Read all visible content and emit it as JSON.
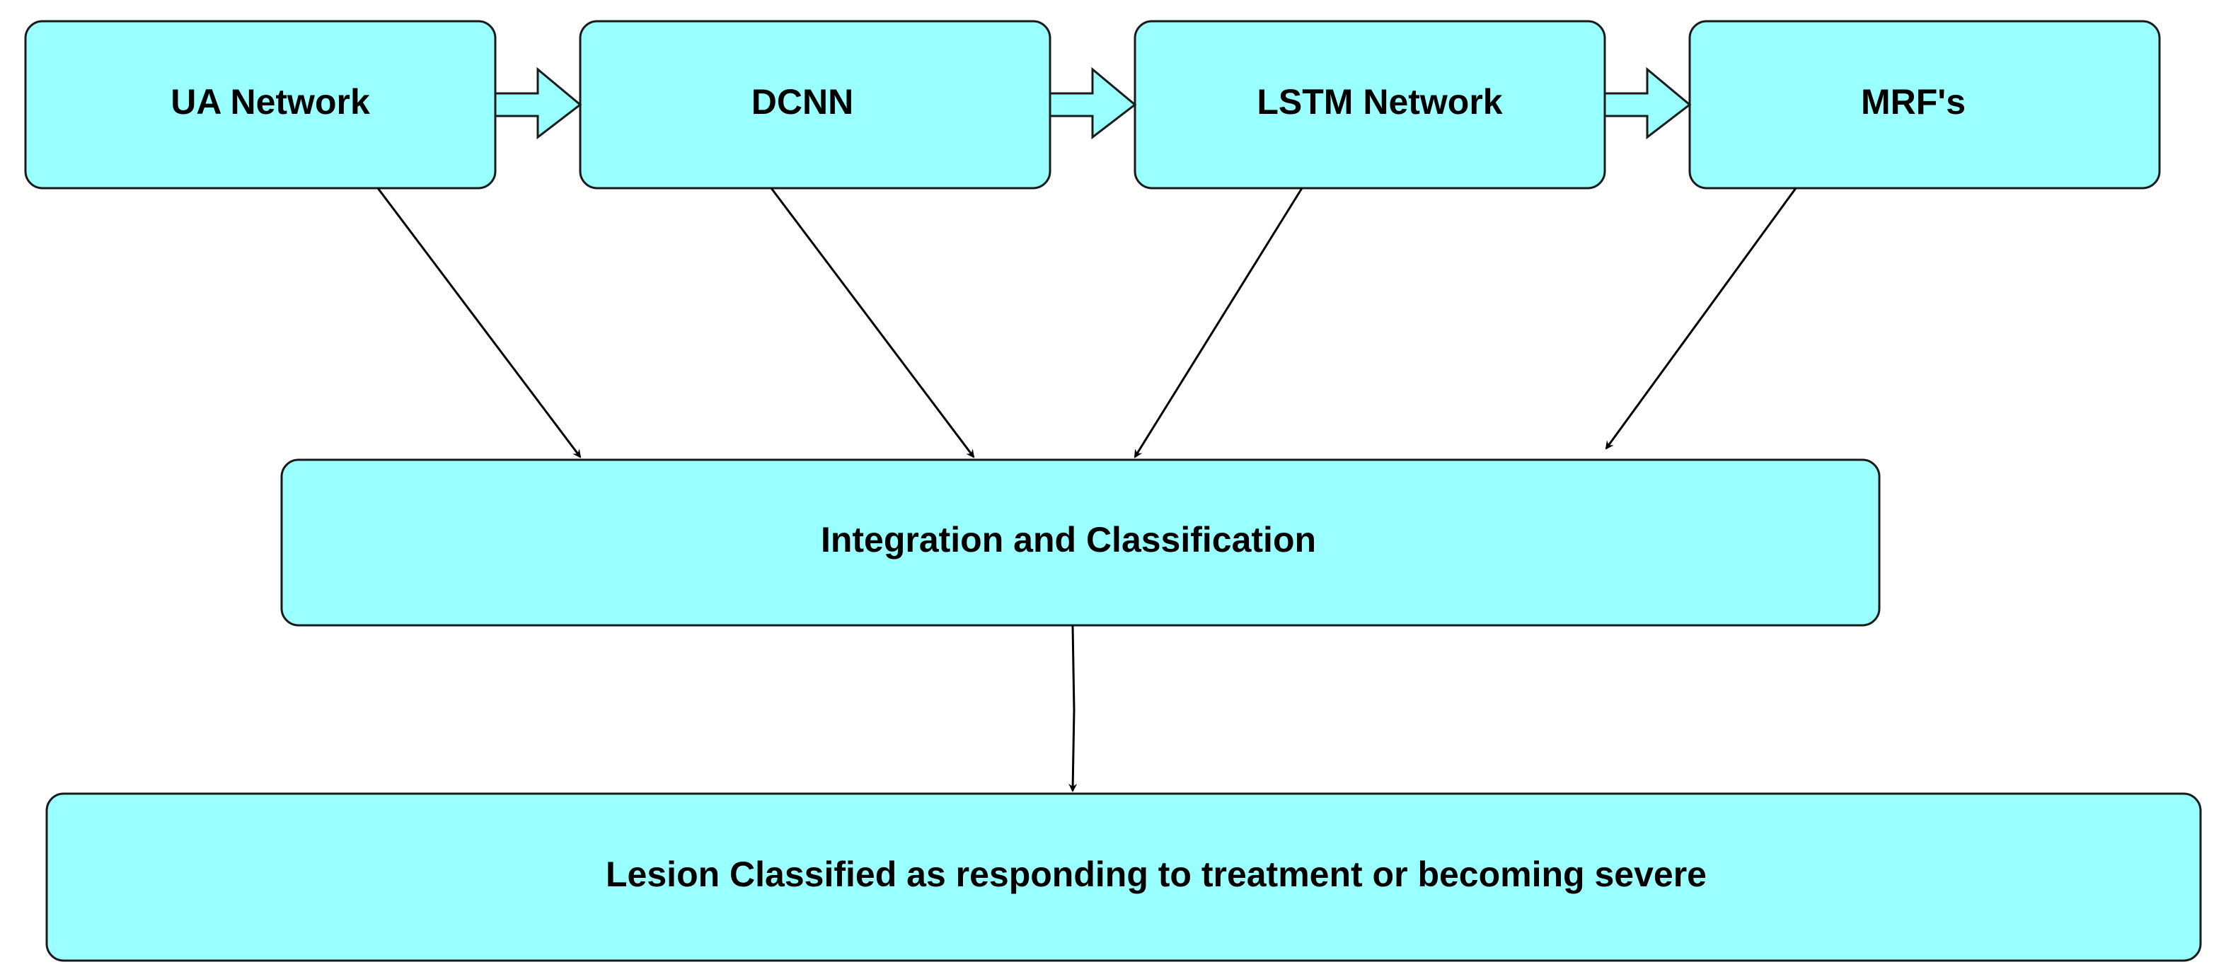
{
  "nodes": {
    "ua_network": {
      "label": "UA Network"
    },
    "dcnn": {
      "label": "DCNN"
    },
    "lstm_network": {
      "label": "LSTM Network"
    },
    "mrfs": {
      "label": "MRF's"
    },
    "integration": {
      "label": "Integration and Classification"
    },
    "result": {
      "label": "Lesion Classified as responding to treatment or becoming severe"
    }
  },
  "edges": [
    {
      "from": "ua_network",
      "to": "dcnn",
      "style": "block-arrow"
    },
    {
      "from": "dcnn",
      "to": "lstm_network",
      "style": "block-arrow"
    },
    {
      "from": "lstm_network",
      "to": "mrfs",
      "style": "block-arrow"
    },
    {
      "from": "ua_network",
      "to": "integration",
      "style": "line-arrow"
    },
    {
      "from": "dcnn",
      "to": "integration",
      "style": "line-arrow"
    },
    {
      "from": "lstm_network",
      "to": "integration",
      "style": "line-arrow"
    },
    {
      "from": "mrfs",
      "to": "integration",
      "style": "line-arrow"
    },
    {
      "from": "integration",
      "to": "result",
      "style": "line-arrow"
    }
  ],
  "colors": {
    "box_fill": "#99ffff",
    "box_stroke": "#1a1a1a",
    "line": "#000000",
    "text": "#000000"
  }
}
